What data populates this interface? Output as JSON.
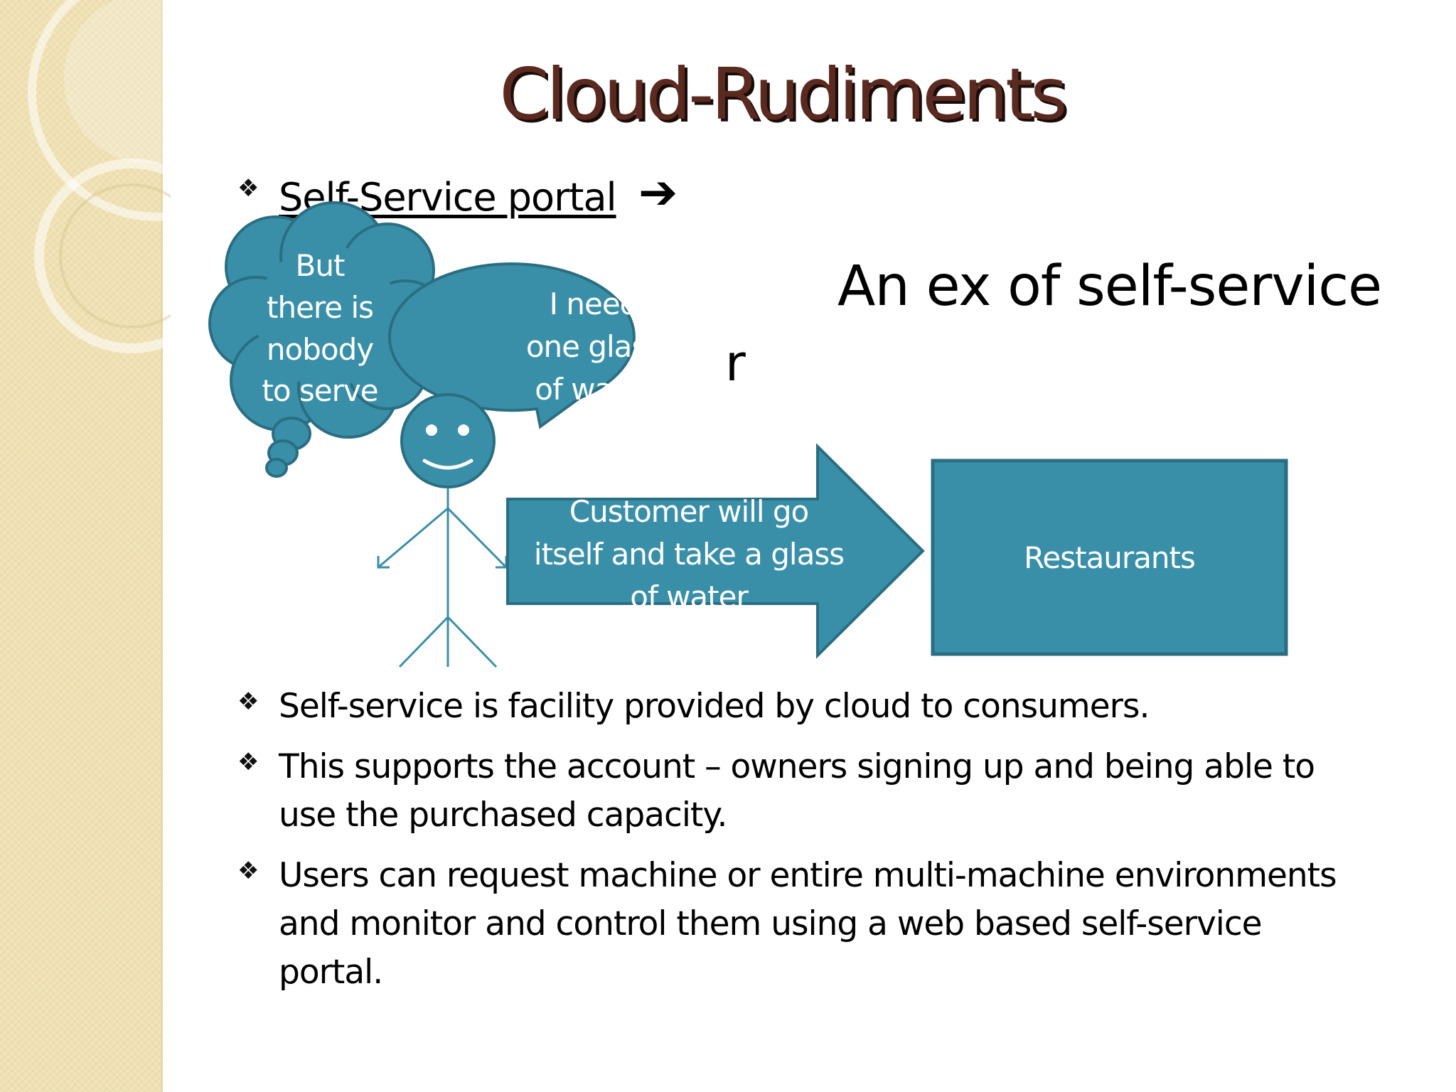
{
  "slide": {
    "title": "Cloud-Rudiments",
    "heading": "Self-Service portal",
    "arrow_glyph": "➔",
    "bullet_glyph": "❖",
    "example_caption": "An ex of self-service",
    "stray_letter": "r"
  },
  "diagram": {
    "thought_bubble": [
      "But",
      "there is",
      "nobody",
      "to serve"
    ],
    "speech_bubble": [
      "I need",
      "one glass",
      "of water"
    ],
    "arrow_text": [
      "Customer will go",
      "itself and take a glass",
      "of water"
    ],
    "restaurant_label": "Restaurants"
  },
  "bullets": [
    [
      "Self-service is facility provided by cloud to consumers."
    ],
    [
      "This supports the account – owners signing up and being able to",
      "use the purchased capacity."
    ],
    [
      "Users can request machine or entire multi-machine environments",
      "and monitor and control them using a web based self-service",
      "portal."
    ]
  ],
  "colors": {
    "accent": "#3a8fa8",
    "accent_dark": "#2a6e82",
    "title": "#5a2a20",
    "band": "#efe1b3"
  }
}
